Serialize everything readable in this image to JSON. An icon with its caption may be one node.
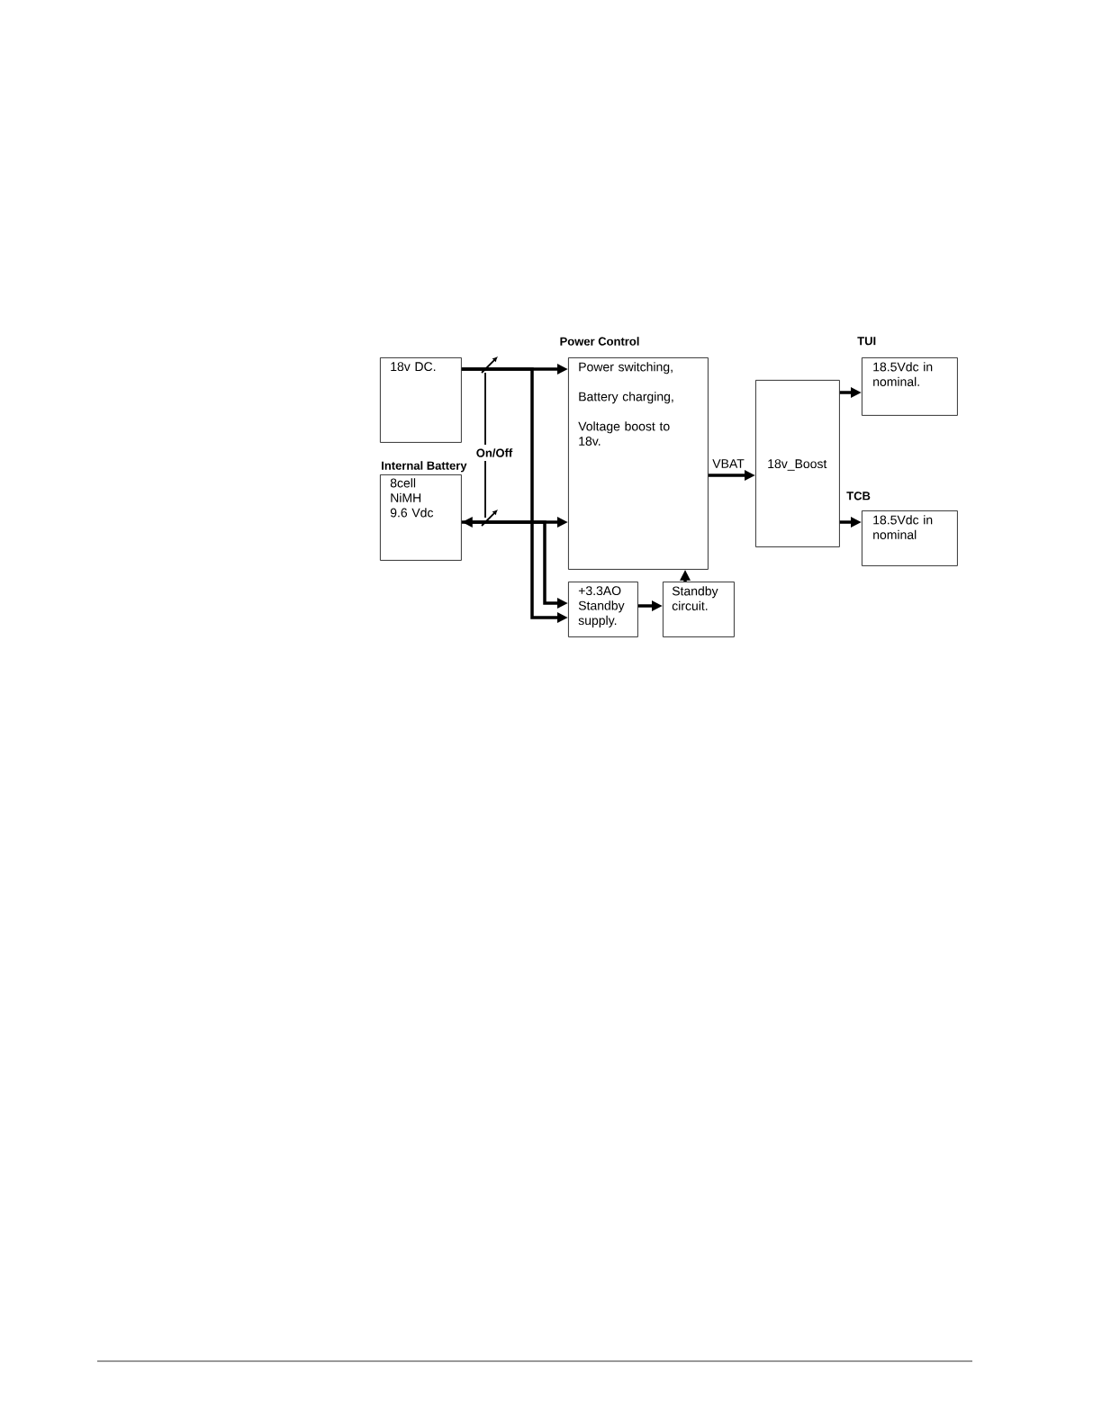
{
  "diagram": {
    "nodes": [
      {
        "text": [
          "18v DC."
        ]
      },
      {
        "text": [
          "Internal Battery",
          "8cell NiMH 9.6 Vdc"
        ]
      },
      {
        "text": [
          "Power Control",
          "Power switching,",
          "Battery charging,",
          "Voltage boost to 18v."
        ]
      },
      {
        "text": [
          "+3.3AO Standby supply."
        ]
      },
      {
        "text": [
          "Standby circuit."
        ]
      },
      {
        "text": [
          "18v_Boost"
        ]
      },
      {
        "text": [
          "TUI",
          "18.5Vdc in nominal."
        ]
      },
      {
        "text": [
          "TCB",
          "18.5Vdc in nominal"
        ]
      }
    ],
    "edges": [
      {
        "from": 0,
        "to": 2,
        "arrow": "to"
      },
      {
        "from": 0,
        "to": 3,
        "arrow": "to"
      },
      {
        "from": 1,
        "to": 2,
        "arrow": "both"
      },
      {
        "from": 1,
        "to": 3,
        "arrow": "to"
      },
      {
        "from": 2,
        "to": 5,
        "arrow": "to",
        "label": "VBAT"
      },
      {
        "from": 3,
        "to": 4,
        "arrow": "to"
      },
      {
        "from": 4,
        "to": 2,
        "arrow": "to"
      },
      {
        "from": 5,
        "to": 6,
        "arrow": "to"
      },
      {
        "from": 5,
        "to": 7,
        "arrow": "to"
      }
    ],
    "labels": [
      "On/Off"
    ]
  }
}
